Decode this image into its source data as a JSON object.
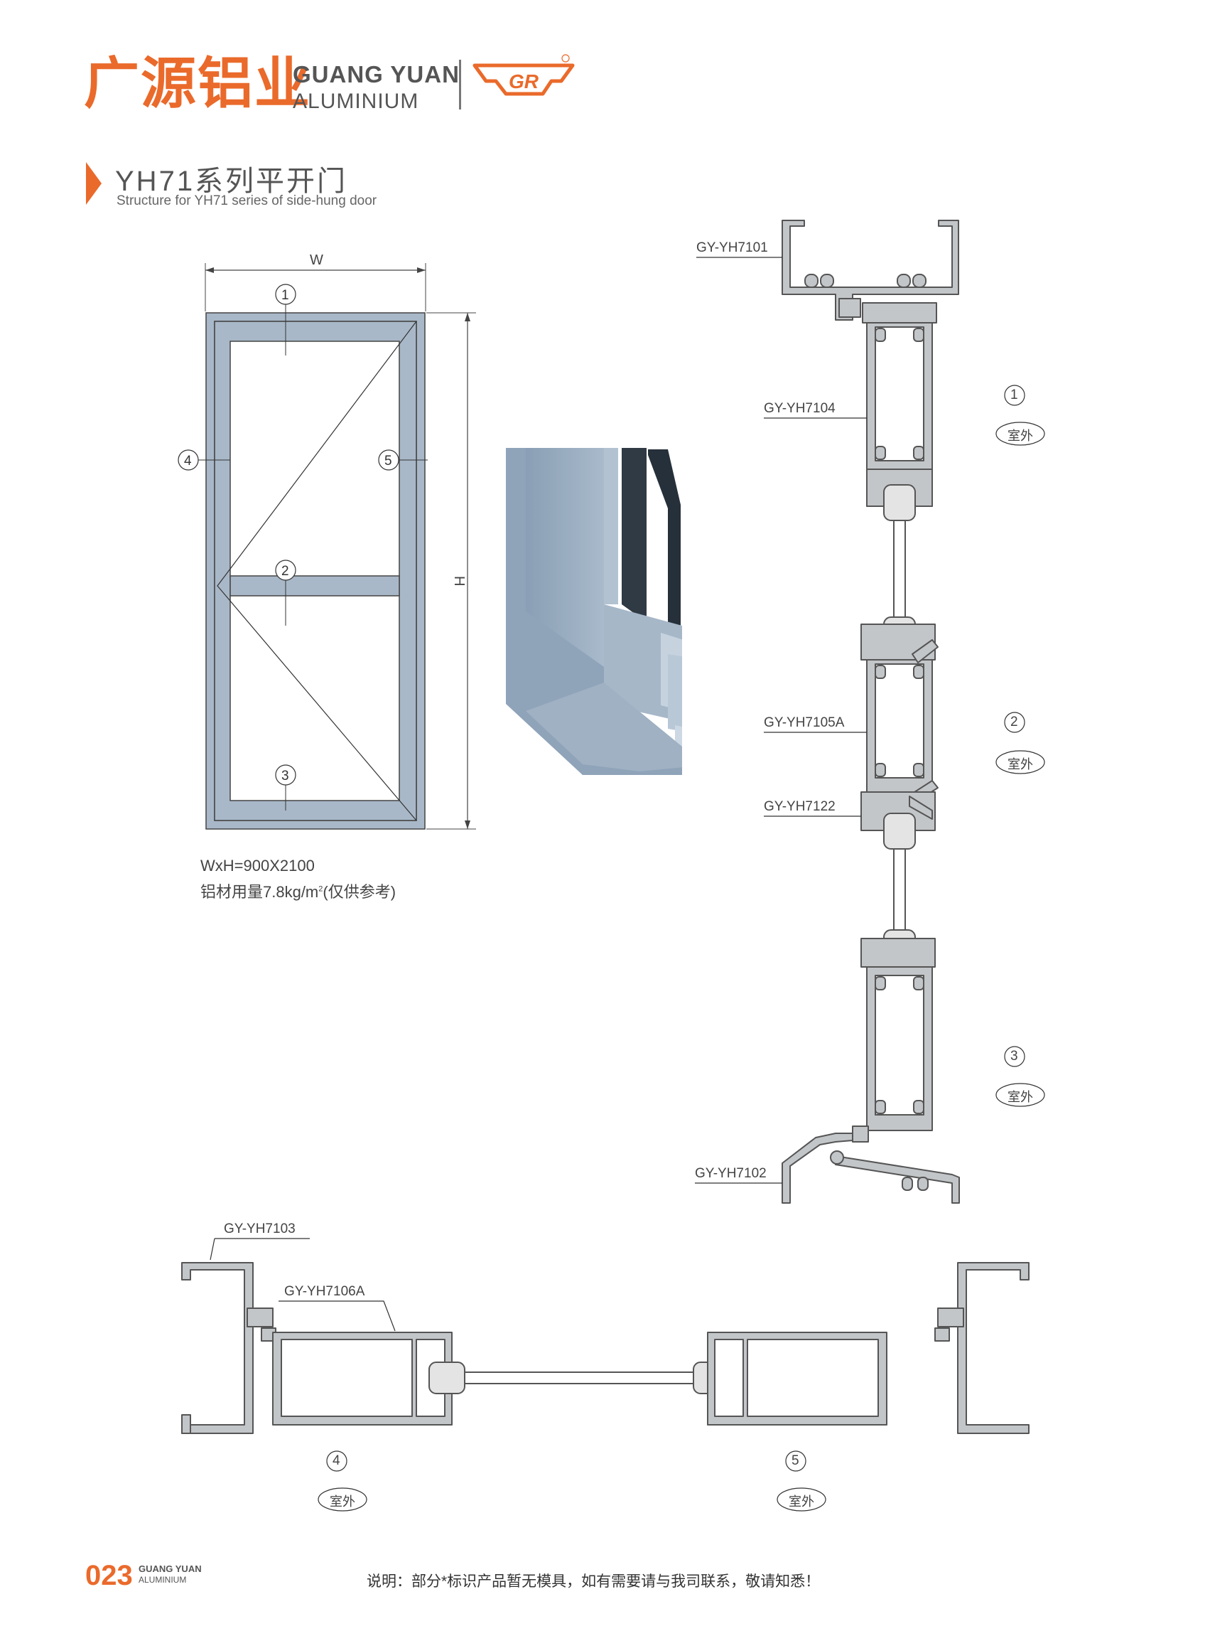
{
  "header": {
    "brand_cn": "广源铝业",
    "brand_en_line1": "GUANG YUAN",
    "brand_en_line2": "ALUMINIUM",
    "logo_text": "GR"
  },
  "title": {
    "main": "YH71系列平开门",
    "sub": "Structure for YH71 series of side-hung door"
  },
  "elevation": {
    "width_label": "W",
    "height_label": "H",
    "markers": [
      "1",
      "2",
      "3",
      "4",
      "5"
    ],
    "size_spec": "WxH=900X2100",
    "weight_spec": "铝材用量7.8kg/m",
    "weight_unit_sup": "2",
    "weight_note": "(仅供参考)"
  },
  "section_vertical": {
    "parts": [
      "GY-YH7101",
      "GY-YH7104",
      "GY-YH7105A",
      "GY-YH7122",
      "GY-YH7102"
    ],
    "markers": [
      "1",
      "2",
      "3"
    ],
    "outdoor_label": "室外"
  },
  "section_horizontal": {
    "parts": [
      "GY-YH7103",
      "GY-YH7106A"
    ],
    "markers": [
      "4",
      "5"
    ],
    "outdoor_label": "室外"
  },
  "footer": {
    "page_number": "023",
    "brand_en_line1": "GUANG YUAN",
    "brand_en_line2": "ALUMINIUM",
    "note": "说明：部分*标识产品暂无模具，如有需要请与我司联系，敬请知悉！"
  },
  "colors": {
    "accent": "#ea6a2b",
    "frame_fill": "#a9b8c8",
    "profile_fill": "#c3c6c9",
    "profile_stroke": "#555555"
  }
}
